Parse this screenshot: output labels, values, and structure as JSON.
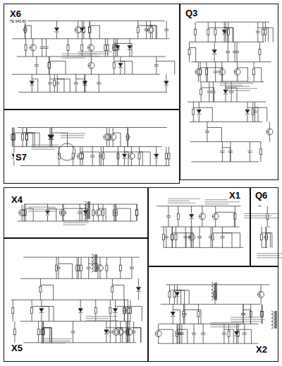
{
  "diagram": {
    "nodes": [
      {
        "text": [
          "X6",
          "TE 640-80"
        ]
      },
      {
        "text": [
          "Q3"
        ]
      },
      {
        "text": [
          "S7"
        ]
      },
      {
        "text": [
          "X4"
        ]
      },
      {
        "text": [
          "X1"
        ]
      },
      {
        "text": [
          "Q6"
        ]
      },
      {
        "text": [
          "X5"
        ]
      },
      {
        "text": [
          "X2"
        ]
      }
    ]
  }
}
